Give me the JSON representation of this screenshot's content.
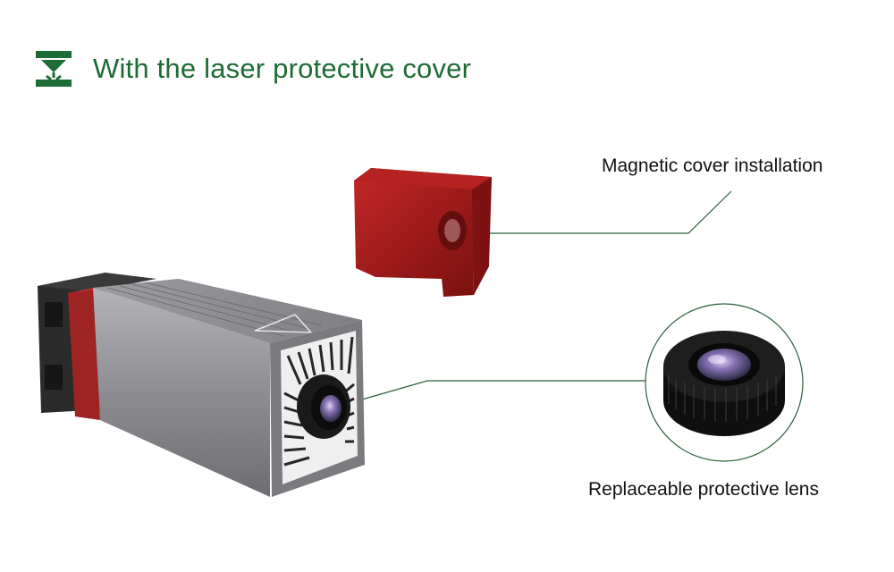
{
  "header": {
    "title": "With the laser protective cover",
    "icon": "laser-engrave-icon",
    "accent_color": "#1d6b35"
  },
  "callouts": {
    "cover_label": "Magnetic cover installation",
    "lens_label": "Replaceable protective lens"
  },
  "colors": {
    "cover_red": "#a8191c",
    "housing_gray": "#8a8a8f",
    "band_red": "#9e2323",
    "leader_line": "#2d5f3a"
  }
}
